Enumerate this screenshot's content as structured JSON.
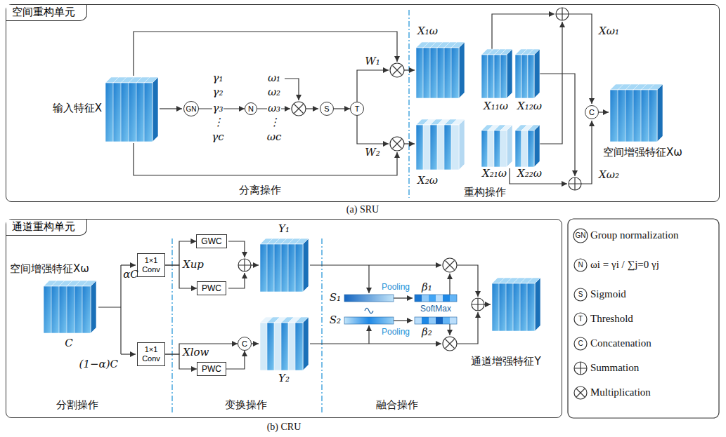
{
  "diagram": {
    "nodes": [
      {
        "text": [
          "空间重构单元"
        ]
      },
      {
        "text": [
          "GN"
        ],
        "in": 0
      },
      {
        "text": [
          "N"
        ],
        "in": 0
      },
      {
        "text": [
          "S"
        ],
        "in": 0
      },
      {
        "text": [
          "T"
        ],
        "in": 0
      },
      {
        "text": [
          "C"
        ],
        "in": 0
      },
      {
        "text": [
          "通道重构单元"
        ]
      },
      {
        "text": [
          "1×1 Conv"
        ],
        "in": 6
      },
      {
        "text": [
          "1×1 Conv"
        ],
        "in": 6
      },
      {
        "text": [
          "GWC"
        ],
        "in": 6
      },
      {
        "text": [
          "PWC"
        ],
        "in": 6
      },
      {
        "text": [
          "PWC"
        ],
        "in": 6
      },
      {
        "text": [
          "C"
        ],
        "in": 6
      }
    ],
    "edges": [
      {
        "from": 1,
        "to": 2,
        "arrow": "to"
      },
      {
        "from": 3,
        "to": 4,
        "arrow": "to"
      },
      {
        "from": 7,
        "to": 9,
        "arrow": "to"
      },
      {
        "from": 7,
        "to": 10,
        "arrow": "to"
      },
      {
        "from": 8,
        "to": 12,
        "arrow": "to"
      },
      {
        "from": 8,
        "to": 11,
        "arrow": "to"
      },
      {
        "from": 11,
        "to": 12,
        "arrow": "to"
      }
    ],
    "labels": [
      "输入特征X",
      "γ₁",
      "γ₂",
      "γ₃",
      "⋮",
      "γc",
      "ω₁",
      "ω₂",
      "ω₃",
      "⋮",
      "ωc",
      "W₁",
      "W₂",
      "X₁ω",
      "X₁₁ω",
      "X₁₂ω",
      "Xω₁",
      "X₂ω",
      "X₂₁ω",
      "X₂₂ω",
      "Xω₂",
      "空间增强特征Xω",
      "分离操作",
      "重构操作",
      "(a) SRU",
      "空间增强特征Xω",
      "αC",
      "(1−α)C",
      "C",
      "Xup",
      "Xlow",
      "Y₁",
      "Y₂",
      "S₁",
      "Pooling",
      "β₁",
      "SoftMax",
      "S₂",
      "Pooling",
      "β₂",
      "通道增强特征Y",
      "分割操作",
      "变换操作",
      "融合操作",
      "(b) CRU",
      "GN",
      "N",
      "S",
      "T",
      "C"
    ],
    "legend": [
      {
        "text": "Group normalization"
      },
      {
        "text": "ωi = γi / ∑j=0 γj"
      },
      {
        "text": "Sigmoid"
      },
      {
        "text": "Threshold"
      },
      {
        "text": "Concatenation"
      },
      {
        "text": "Summation"
      },
      {
        "text": "Multiplication"
      }
    ]
  }
}
